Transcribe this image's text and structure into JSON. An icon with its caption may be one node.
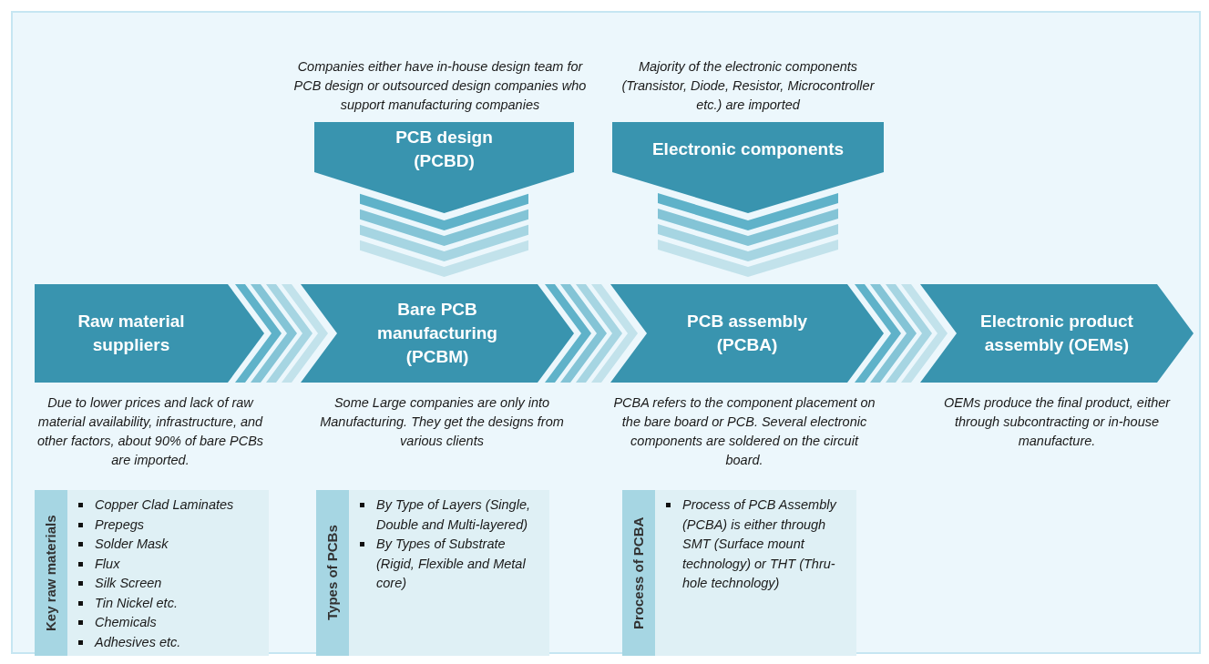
{
  "diagram": {
    "nodes": [
      {
        "text": [
          "Raw material suppliers"
        ],
        "beside": [
          "Due to lower prices and lack of raw material availability, infrastructure, and other factors, about 90% of bare PCBs are imported."
        ]
      },
      {
        "text": [
          "Bare PCB manufacturing (PCBM)"
        ],
        "beside": [
          "Some Large companies are only into Manufacturing. They get the designs from various clients"
        ]
      },
      {
        "text": [
          "PCB assembly (PCBA)"
        ],
        "beside": [
          "PCBA refers to the component placement on the bare board or PCB. Several electronic components are soldered on the circuit board."
        ]
      },
      {
        "text": [
          "Electronic product assembly (OEMs)"
        ],
        "beside": [
          "OEMs produce the final product, either through subcontracting or in-house manufacture."
        ]
      },
      {
        "text": [
          "PCB design (PCBD)"
        ],
        "beside": [
          "Companies either have in-house design team for PCB design or outsourced design companies who support manufacturing companies"
        ]
      },
      {
        "text": [
          "Electronic components"
        ],
        "beside": [
          "Majority of the electronic components (Transistor, Diode, Resistor, Microcontroller etc.) are imported"
        ]
      },
      {
        "text": [
          "Key raw materials",
          "Copper Clad Laminates",
          "Prepegs",
          "Solder Mask",
          "Flux",
          "Silk Screen",
          "Tin Nickel etc.",
          "Chemicals",
          "Adhesives etc."
        ]
      },
      {
        "text": [
          "Types of PCBs",
          "By Type of Layers (Single, Double and Multi-layered)",
          "By Types of Substrate (Rigid, Flexible and Metal core)"
        ]
      },
      {
        "text": [
          "Process of PCBA",
          "Process of PCB Assembly (PCBA) is either through SMT (Surface mount technology) or THT (Thru-hole technology)"
        ]
      }
    ],
    "edges": [
      {
        "from": 0,
        "to": 1,
        "arrow": "to"
      },
      {
        "from": 1,
        "to": 2,
        "arrow": "to"
      },
      {
        "from": 2,
        "to": 3,
        "arrow": "to"
      },
      {
        "from": 4,
        "to": 1,
        "arrow": "to"
      },
      {
        "from": 5,
        "to": 2,
        "arrow": "to"
      }
    ]
  }
}
